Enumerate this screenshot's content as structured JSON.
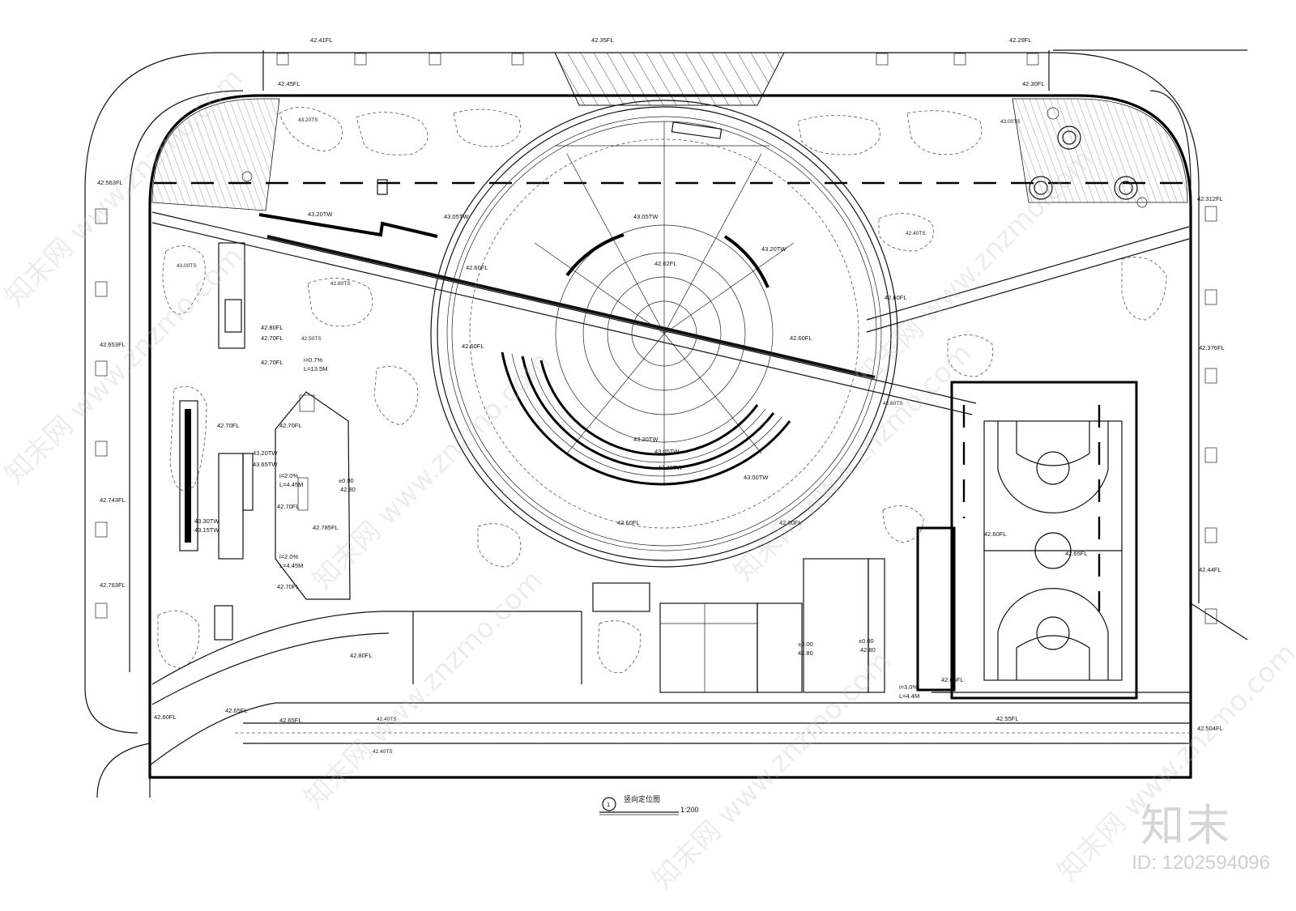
{
  "plan_title": "竖向定位图",
  "plan_number": "1",
  "plan_scale": "1:200",
  "watermark_text": "知末网 www.znzmo.com",
  "brand_text": "知末",
  "image_id": "ID: 1202594096",
  "elevation_labels": {
    "top_left": "42.41FL",
    "top_mid": "42.35FL",
    "top_right": "42.29FL",
    "gate_left": "42.45FL",
    "gate_right": "42.30FL",
    "left_1": "42.563FL",
    "left_2": "42.653FL",
    "left_3": "42.743FL",
    "left_4": "42.763FL",
    "left_5": "42.60FL",
    "right_1": "42.312FL",
    "right_2": "42.376FL",
    "right_3": "42.44FL",
    "right_4": "42.504FL",
    "circle_center": "42.62FL",
    "circle_w": "42.60FL",
    "circle_e": "42.60FL",
    "circle_s": "42.60FL",
    "ring_nw": "42.60FL",
    "ring_ne": "42.60FL",
    "ring_sw": "42.60FL",
    "stage_tw1": "43.05TW",
    "stage_tw2": "43.20TW",
    "stage_tw3": "43.05TW",
    "seat_1": "43.20TW",
    "seat_2": "43.05TW",
    "seat_3": "43.30TW",
    "seat_4": "43.00TW",
    "slope_1": "i=0.7%",
    "slope_1_len": "L=13.5M",
    "slope_2": "i=2.0%",
    "slope_2_len": "L=4.45M",
    "slope_3": "i=2.0%",
    "slope_3_len": "L=4.45M",
    "slope_4": "i=3.0%",
    "slope_4_len": "L=4.4M",
    "bldg_1_zero": "±0.00",
    "bldg_1_elev": "42.80",
    "bldg_1_fl": "42.785FL",
    "bldg_2_zero": "±0.00",
    "bldg_2_elev": "42.80",
    "bldg_3_zero": "±0.00",
    "bldg_3_elev": "42.80",
    "court_center": "42.65FL",
    "court_edge": "42.60FL",
    "court_se": "42.55FL",
    "court_sw": "42.65FL",
    "path_1": "42.80FL",
    "path_2": "42.65FL",
    "path_3": "42.65FL",
    "path_4": "42.40TS",
    "path_5": "42.40TS",
    "wall_1": "43.30TW",
    "wall_2": "43.15TW",
    "wall_3": "43.20TW",
    "wall_4": "43.65TW",
    "wall_5": "43.20TW",
    "fl_a": "42.70FL",
    "fl_b": "42.70FL",
    "fl_c": "42.70FL",
    "fl_d": "42.70FL",
    "fl_e": "42.80FL",
    "fl_f": "42.70FL",
    "fl_g": "42.70FL",
    "ts_a": "42.80TS",
    "ts_b": "43.00TS",
    "ts_c": "43.20TS",
    "ts_d": "42.50TS",
    "ts_e": "42.40TS",
    "ts_f": "42.80TS",
    "ts_g": "43.00TS"
  }
}
